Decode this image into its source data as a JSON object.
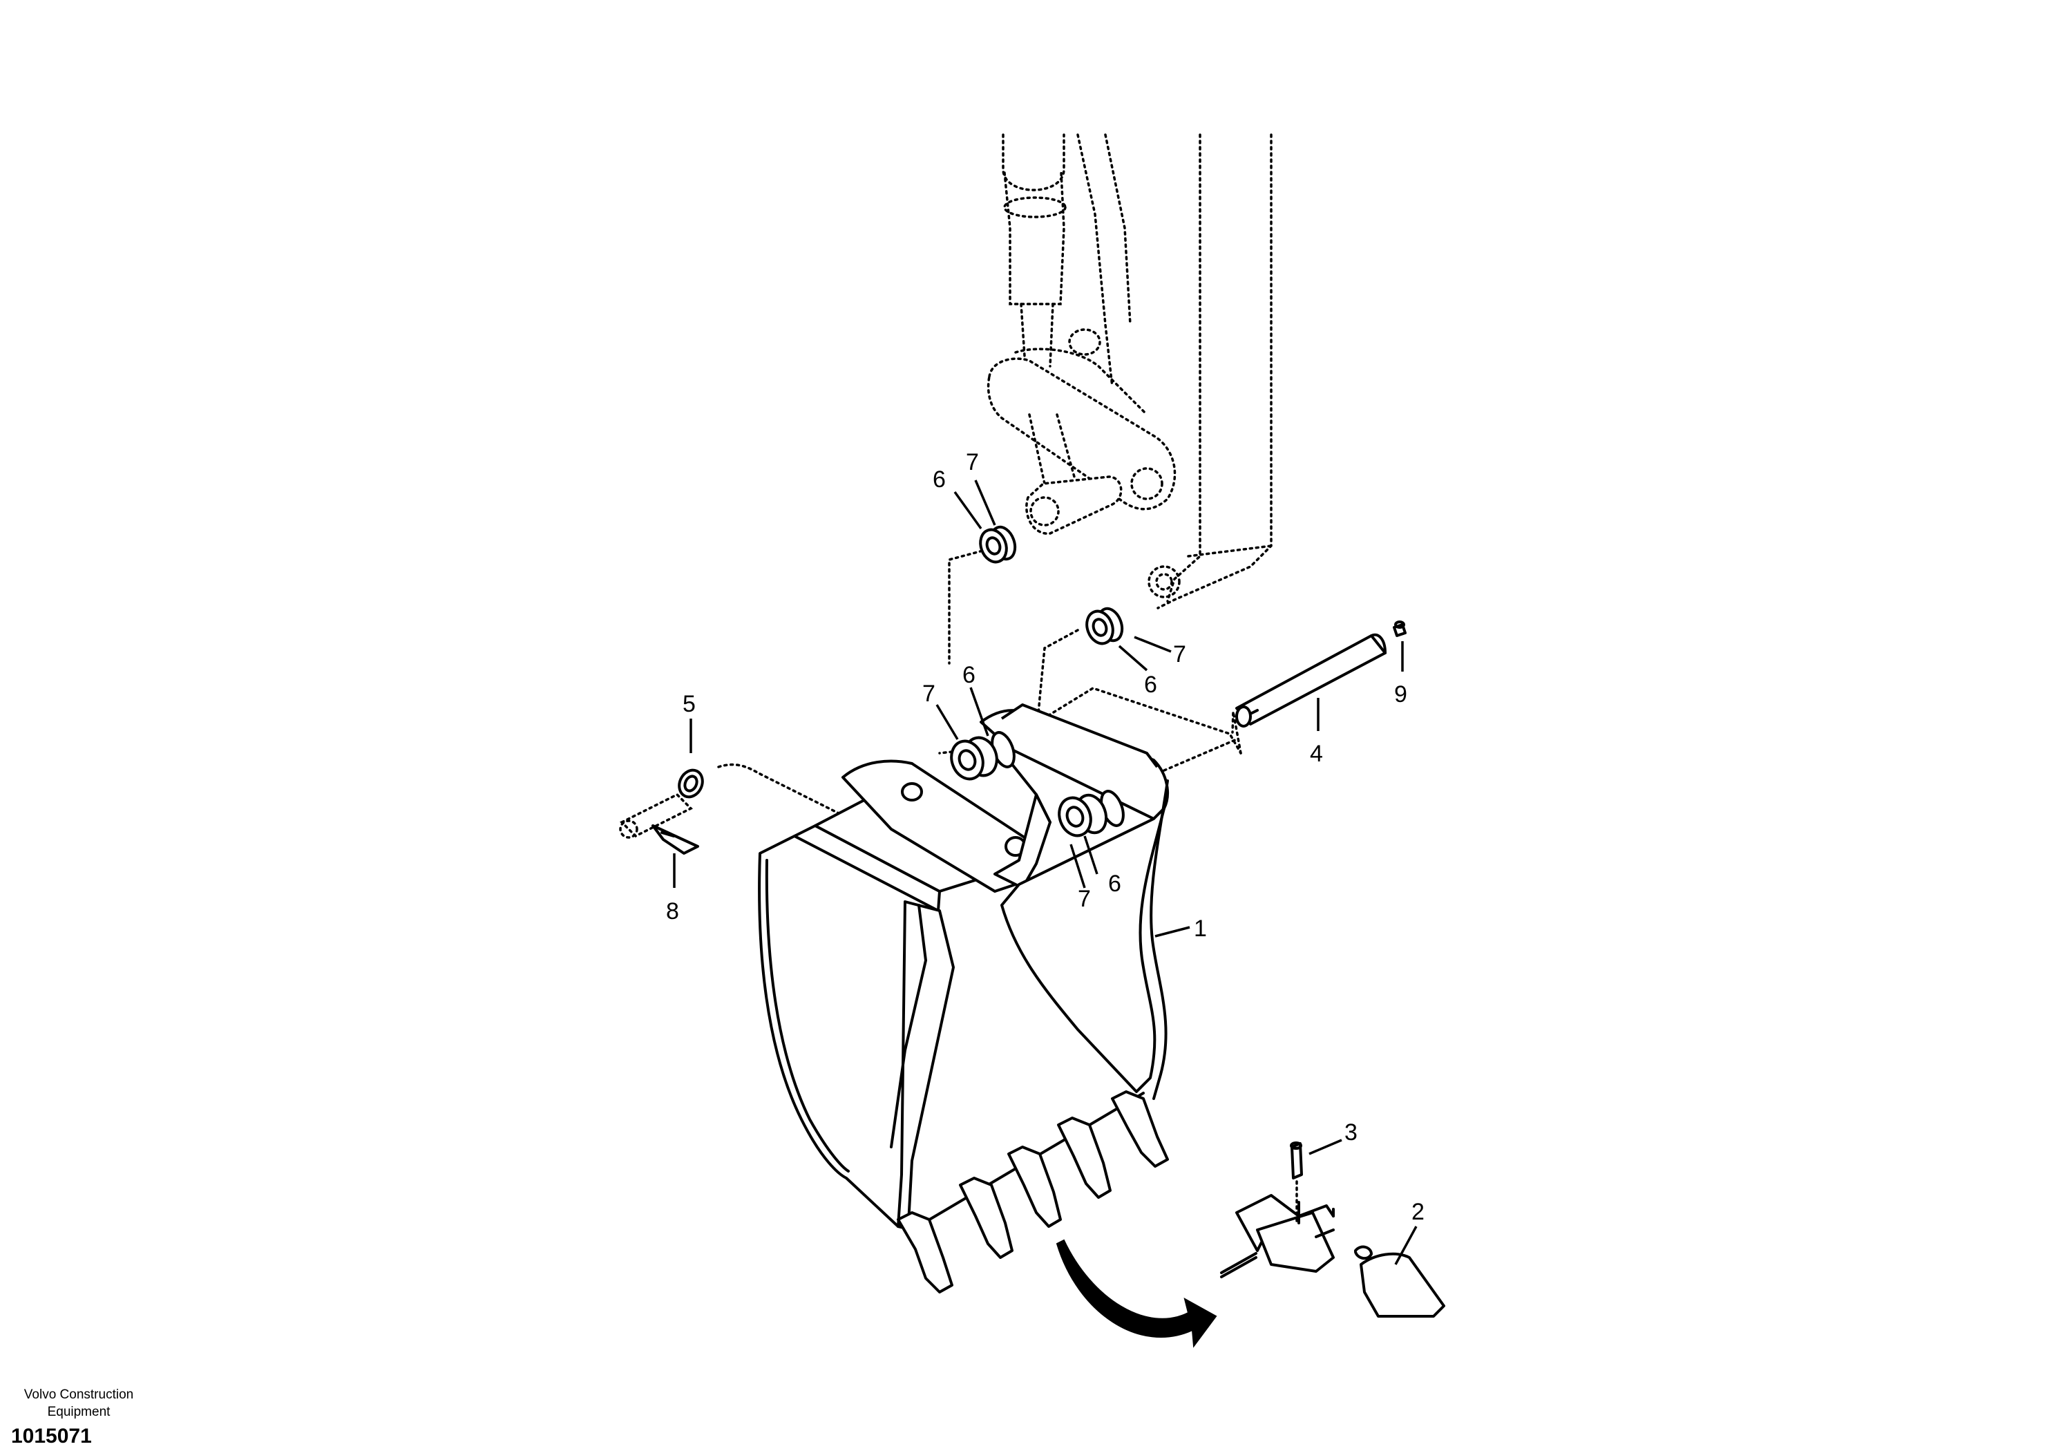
{
  "callouts": [
    {
      "id": "1",
      "text": "1"
    },
    {
      "id": "2",
      "text": "2"
    },
    {
      "id": "3",
      "text": "3"
    },
    {
      "id": "4",
      "text": "4"
    },
    {
      "id": "5",
      "text": "5"
    },
    {
      "id": "6",
      "text": "6"
    },
    {
      "id": "7",
      "text": "7"
    },
    {
      "id": "8",
      "text": "8"
    },
    {
      "id": "9",
      "text": "9"
    }
  ],
  "footer": {
    "company_line1": "Volvo Construction",
    "company_line2": "Equipment",
    "document_number": "1015071"
  }
}
